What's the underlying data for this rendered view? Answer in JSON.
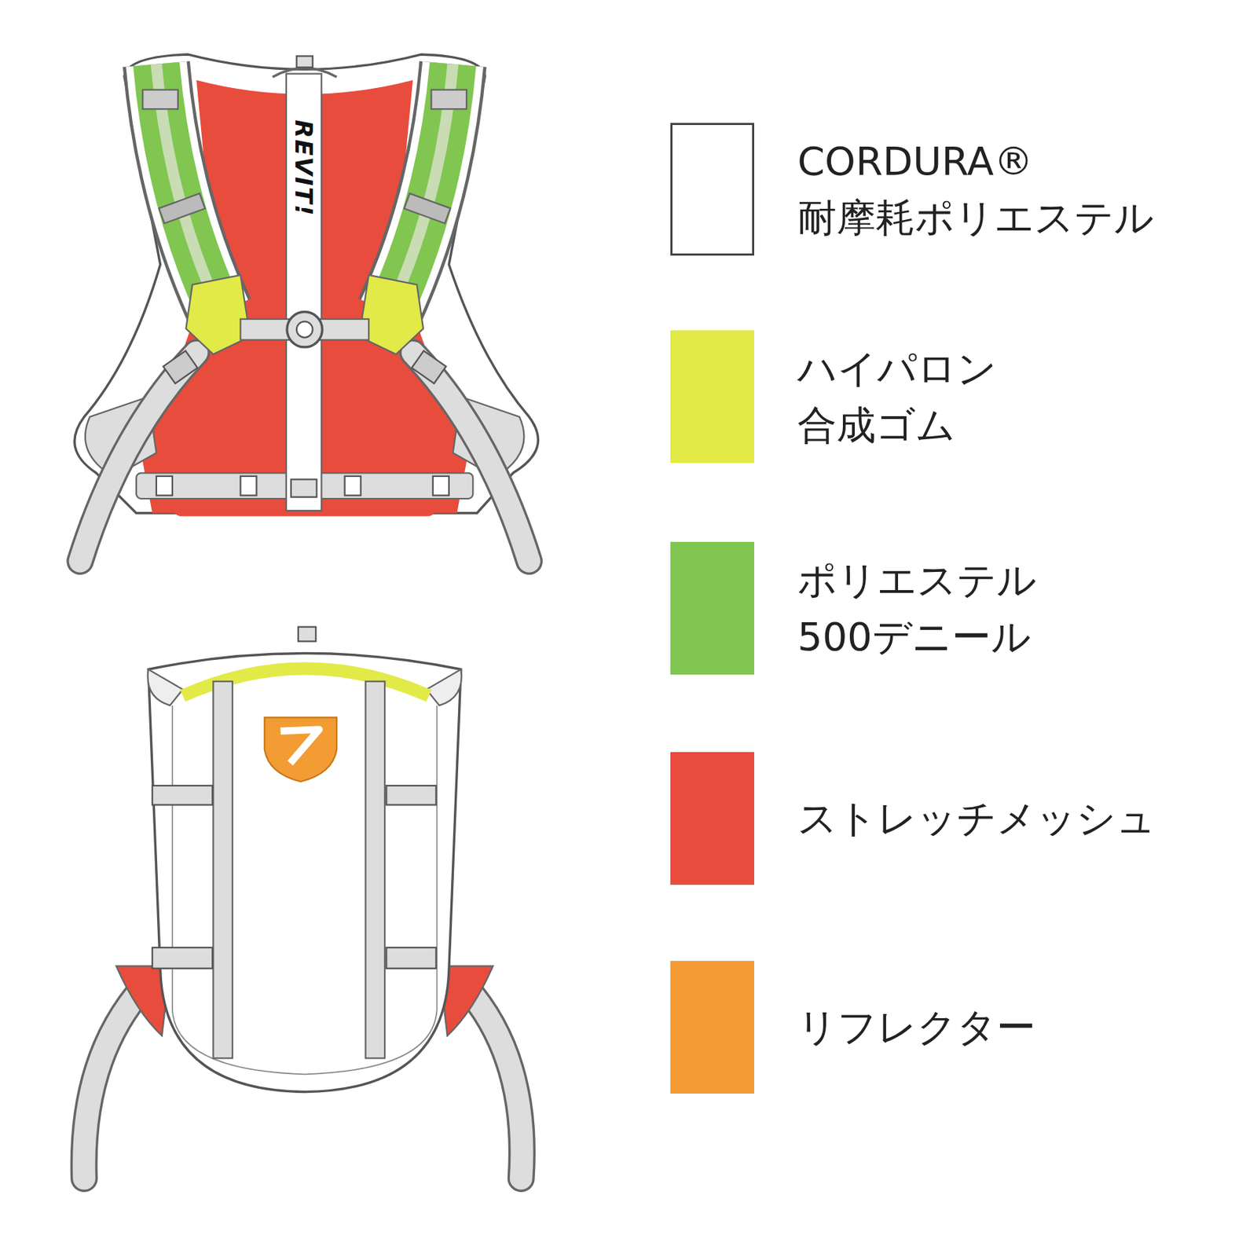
{
  "diagram": {
    "labels": [
      "REVIT!"
    ],
    "legend": [
      {
        "text": "CORDURA® 耐摩耗ポリエステル",
        "color": "#ffffff"
      },
      {
        "text": "ハイパロン 合成ゴム",
        "color": "#e2ea48"
      },
      {
        "text": "ポリエステル 500デニール",
        "color": "#80c650"
      },
      {
        "text": "ストレッチメッシュ",
        "color": "#e84c3d"
      },
      {
        "text": "リフレクター",
        "color": "#f29c33"
      }
    ]
  }
}
